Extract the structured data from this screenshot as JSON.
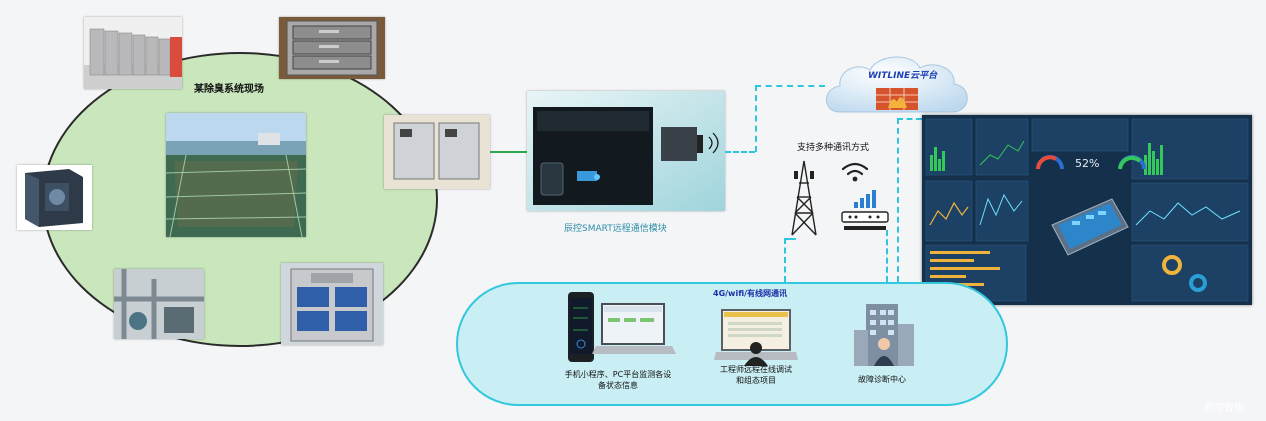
{
  "site": {
    "title": "某除臭系统现场"
  },
  "module": {
    "label": "辰控SMART远程通信模块"
  },
  "cloud": {
    "label": "WITLINE云平台"
  },
  "comm": {
    "label": "支持多种通讯方式"
  },
  "network": {
    "label": "4G/wifi/有线网通讯"
  },
  "clients": [
    {
      "label_line1": "手机小程序、PC平台监测各设",
      "label_line2": "备状态信息"
    },
    {
      "label_line1": "工程师远程在线调试",
      "label_line2": "和组态项目"
    },
    {
      "label_line1": "故障诊断中心",
      "label_line2": ""
    }
  ],
  "dashboard": {
    "gauge_percent": "52%"
  },
  "watermark": {
    "text": "辰控智能"
  },
  "colors": {
    "site_area": "#c9e6bd",
    "network_area": "#c9eef4",
    "link": "#2ec6de",
    "local_link": "#2ea84a",
    "dashboard_bg": "#17324d",
    "module_text": "#2e8fa8"
  }
}
